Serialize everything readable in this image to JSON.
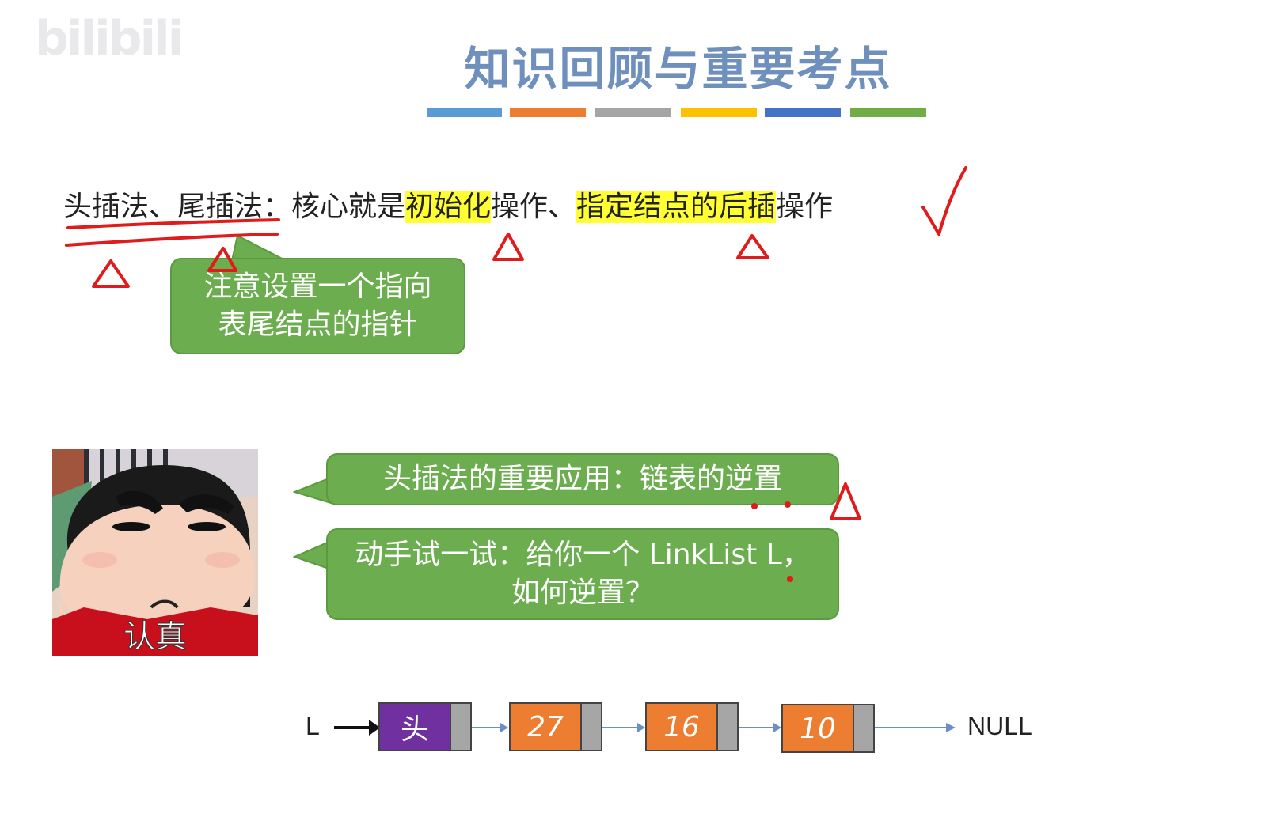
{
  "watermark": "bilibili",
  "title": "知识回顾与重要考点",
  "color_bar": [
    "#5b9bd5",
    "#ed7d31",
    "#a5a5a5",
    "#ffc000",
    "#4472c4",
    "#70ad47"
  ],
  "main_line": {
    "part1": "头插法、尾插法：核心就是",
    "hl1": "初始化",
    "part2": "操作、",
    "hl2": "指定结点的后插",
    "part3": "操作"
  },
  "callout_tail_pointer": {
    "line1": "注意设置一个指向",
    "line2": "表尾结点的指针"
  },
  "character": {
    "caption": "认真"
  },
  "bubble_reverse": "头插法的重要应用：链表的逆置",
  "bubble_try": {
    "line1": "动手试一试：给你一个 LinkList L，",
    "line2": "如何逆置？"
  },
  "linked_list": {
    "head_var": "L",
    "head_node": "头",
    "nodes": [
      "27",
      "16",
      "10"
    ],
    "terminator": "NULL",
    "head_color": "#7030a0",
    "node_color": "#ed7d31"
  },
  "colors": {
    "annotation": "#e01b1b",
    "highlight": "#ffff33",
    "bubble": "#6cad4f"
  }
}
